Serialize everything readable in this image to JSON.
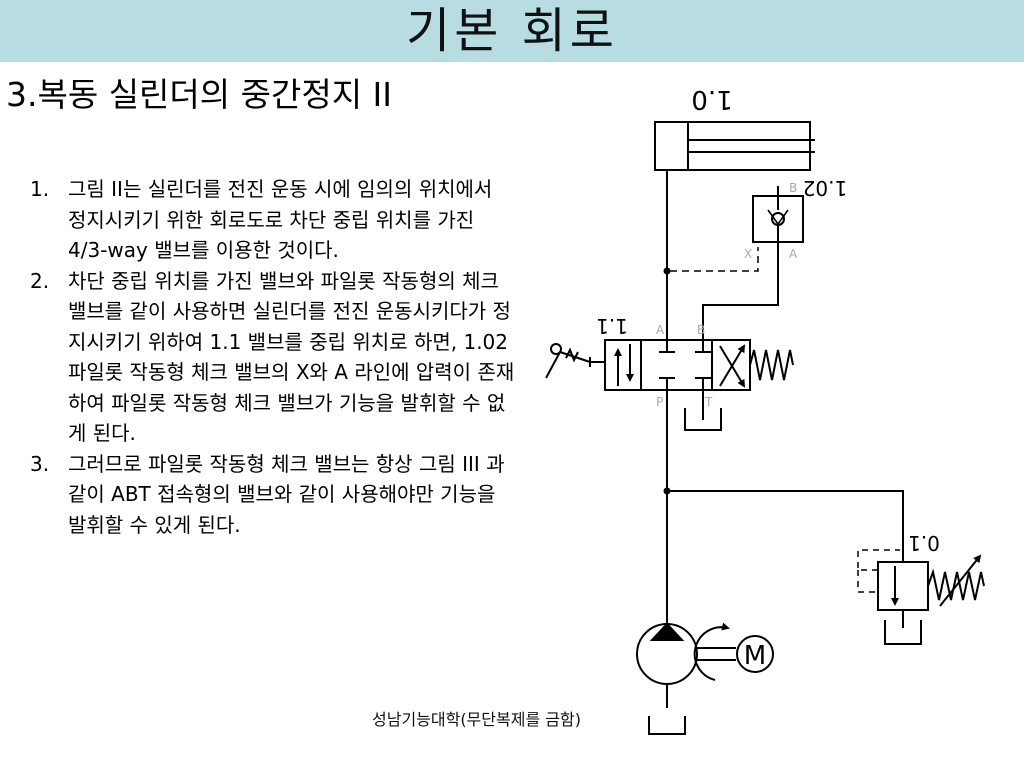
{
  "slide": {
    "title": "기본 회로",
    "subtitle": "3.복동 실린더의 중간정지 II",
    "points": [
      {
        "num": "1.",
        "text": "그림 II는 실린더를 전진 운동 시에 임의의 위치에서 정지시키기 위한 회로도로 차단 중립 위치를 가진 4/3-way 밸브를 이용한 것이다."
      },
      {
        "num": "2.",
        "text": "차단 중립 위치를 가진 밸브와 파일롯 작동형의 체크 밸브를 같이 사용하면 실린더를 전진 운동시키다가 정지시키기 위하여 1.1 밸브를 중립 위치로 하면, 1.02 파일롯 작동형 체크 밸브의 X와 A 라인에 압력이 존재하여 파일롯 작동형 체크 밸브가 기능을 발휘할 수 없게 된다."
      },
      {
        "num": "3.",
        "text": "그러므로 파일롯 작동형 체크 밸브는 항상 그림 III 과 같이 ABT 접속형의 밸브와 같이 사용해야만 기능을 발휘할 수 있게 된다."
      }
    ],
    "footer": "성남기능대학(무단복제를 금함)"
  },
  "diagram": {
    "labels": {
      "cylinder": "1.0",
      "check_valve": "1.02",
      "directional_valve": "1.1",
      "relief_valve": "0.1",
      "motor": "M"
    },
    "ports": {
      "check_b": "B",
      "check_x": "X",
      "check_a": "A",
      "valve_a": "A",
      "valve_b": "B",
      "valve_p": "P",
      "valve_t": "T"
    }
  }
}
